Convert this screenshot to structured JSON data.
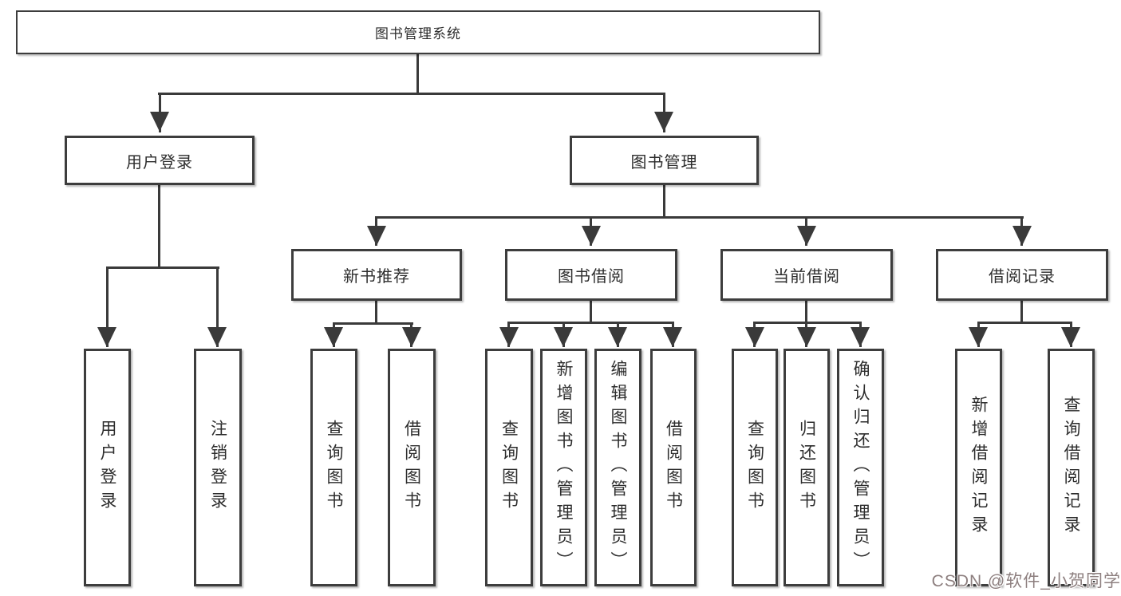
{
  "tree": {
    "root": "图书管理系统",
    "level2": [
      {
        "label": "用户登录",
        "children": [
          {
            "label": "用户登录"
          },
          {
            "label": "注销登录"
          }
        ]
      },
      {
        "label": "图书管理",
        "sections": [
          {
            "label": "新书推荐",
            "children": [
              {
                "label": "查询图书"
              },
              {
                "label": "借阅图书"
              }
            ]
          },
          {
            "label": "图书借阅",
            "children": [
              {
                "label": "查询图书"
              },
              {
                "label": "新增图书（管理员）"
              },
              {
                "label": "编辑图书（管理员）"
              },
              {
                "label": "借阅图书"
              }
            ]
          },
          {
            "label": "当前借阅",
            "children": [
              {
                "label": "查询图书"
              },
              {
                "label": "归还图书"
              },
              {
                "label": "确认归还（管理员）"
              }
            ]
          },
          {
            "label": "借阅记录",
            "children": [
              {
                "label": "新增借阅记录"
              },
              {
                "label": "查询借阅记录"
              }
            ]
          }
        ]
      }
    ]
  },
  "watermark": {
    "text": "CSDN @软件_小贺同学"
  },
  "colors": {
    "line": "#3a3a3a",
    "box_border": "#3d3d3d",
    "text": "#2d2d2d",
    "background": "#ffffff",
    "watermark": "#8d7f7f"
  }
}
